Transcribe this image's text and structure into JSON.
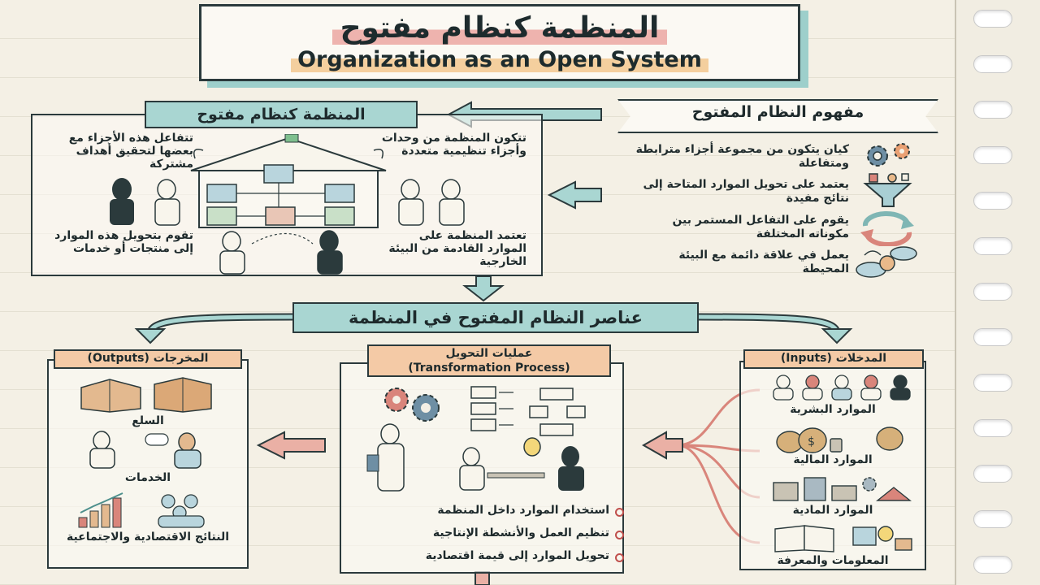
{
  "header": {
    "title_ar": "المنظمة كنظام مفتوح",
    "title_en": "Organization as an Open System"
  },
  "concept": {
    "title": "مفهوم النظام المفتوح",
    "items": [
      {
        "text": "كيان يتكون من مجموعة أجزاء مترابطة ومتفاعلة",
        "icon": "gears-icon"
      },
      {
        "text": "يعتمد على تحويل الموارد المتاحة إلى نتائج مفيدة",
        "icon": "funnel-icon"
      },
      {
        "text": "يقوم على التفاعل المستمر بين مكوناته المختلفة",
        "icon": "cycle-arrows-icon"
      },
      {
        "text": "يعمل في علاقة دائمة مع البيئة المحيطة",
        "icon": "environment-cloud-icon"
      }
    ]
  },
  "organization": {
    "title": "المنظمة كنظام مفتوح",
    "top_right": "تتكون المنظمة من وحدات وأجزاء تنظيمية متعددة",
    "top_left": "تتفاعل هذه الأجزاء مع بعضها لتحقيق أهداف مشتركة",
    "bottom_right": "تعتمد المنظمة على الموارد القادمة من البيئة الخارجية",
    "bottom_left": "تقوم بتحويل هذه الموارد إلى منتجات أو خدمات"
  },
  "elements": {
    "title": "عناصر النظام المفتوح في المنظمة"
  },
  "inputs": {
    "title": "المدخلات (Inputs)",
    "items": [
      {
        "label": "الموارد البشرية",
        "icon": "people-icon"
      },
      {
        "label": "الموارد المالية",
        "icon": "money-bags-icon"
      },
      {
        "label": "الموارد المادية",
        "icon": "materials-icon"
      },
      {
        "label": "المعلومات والمعرفة",
        "icon": "knowledge-icon"
      }
    ]
  },
  "transformation": {
    "title_ar": "عمليات التحويل",
    "title_en": "(Transformation Process)",
    "bullets": [
      "استخدام الموارد داخل المنظمة",
      "تنظيم العمل والأنشطة الإنتاجية",
      "تحويل الموارد إلى قيمة اقتصادية"
    ]
  },
  "outputs": {
    "title": "المخرجات (Outputs)",
    "items": [
      {
        "label": "السلع",
        "icon": "boxes-icon"
      },
      {
        "label": "الخدمات",
        "icon": "service-icon"
      },
      {
        "label": "النتائج الاقتصادية والاجتماعية",
        "icon": "growth-chart-icon"
      }
    ]
  },
  "colors": {
    "teal": "#a9d6d2",
    "peach": "#f4caa6",
    "red_arrow": "#eab0a5",
    "ink": "#2b3a3c"
  }
}
